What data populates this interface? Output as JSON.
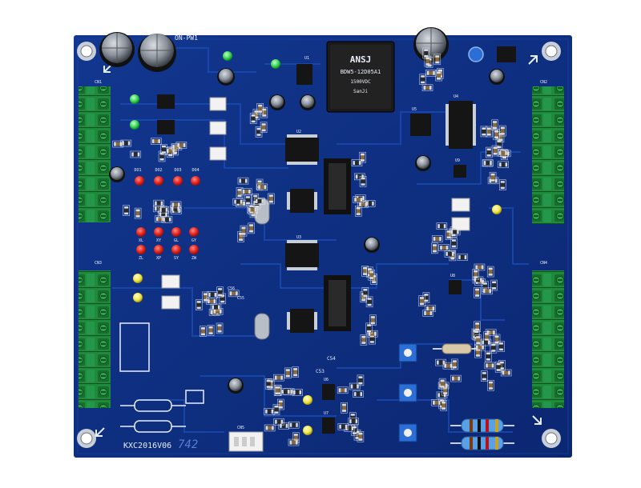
{
  "board": {
    "top_label": "ON-PW1",
    "model_marking": "KXC2016V06",
    "handwritten_mark": "742",
    "ic_labels": [
      "U1",
      "U2",
      "U3",
      "U4",
      "U5",
      "U6",
      "U7",
      "U8",
      "U9"
    ],
    "connector_labels": [
      "CN1",
      "CN2",
      "CN3",
      "CN4",
      "CN5"
    ],
    "capacitor_labels": [
      "C53",
      "C54",
      "C55",
      "C56"
    ],
    "led_group_a": [
      "DO1",
      "DO2",
      "DO3",
      "DO4"
    ],
    "led_group_b": [
      "XL",
      "XY",
      "GL",
      "GY",
      "ZL",
      "XP",
      "SY",
      "ZW"
    ]
  },
  "power_module": {
    "brand": "ANSJ",
    "part_number": "BDW5-12D05A1",
    "subtext": "1500VDC",
    "label": "SanJi"
  },
  "colors": {
    "pcb": "#0e2f86",
    "pcb_dark": "#081f63",
    "silkscreen": "#e8eef8",
    "terminal_green": "#1f8a3b",
    "led_red": "#e0201b",
    "led_green": "#2fd24a",
    "led_yellow": "#f2e43a",
    "trimmer_blue": "#2b6fd6",
    "ic_black": "#151515"
  },
  "icons": [
    "mounting-hole-icon",
    "arrow-icon",
    "capacitor-icon",
    "chip-icon",
    "led-icon",
    "resistor-icon",
    "trimmer-icon",
    "terminal-block-icon"
  ]
}
